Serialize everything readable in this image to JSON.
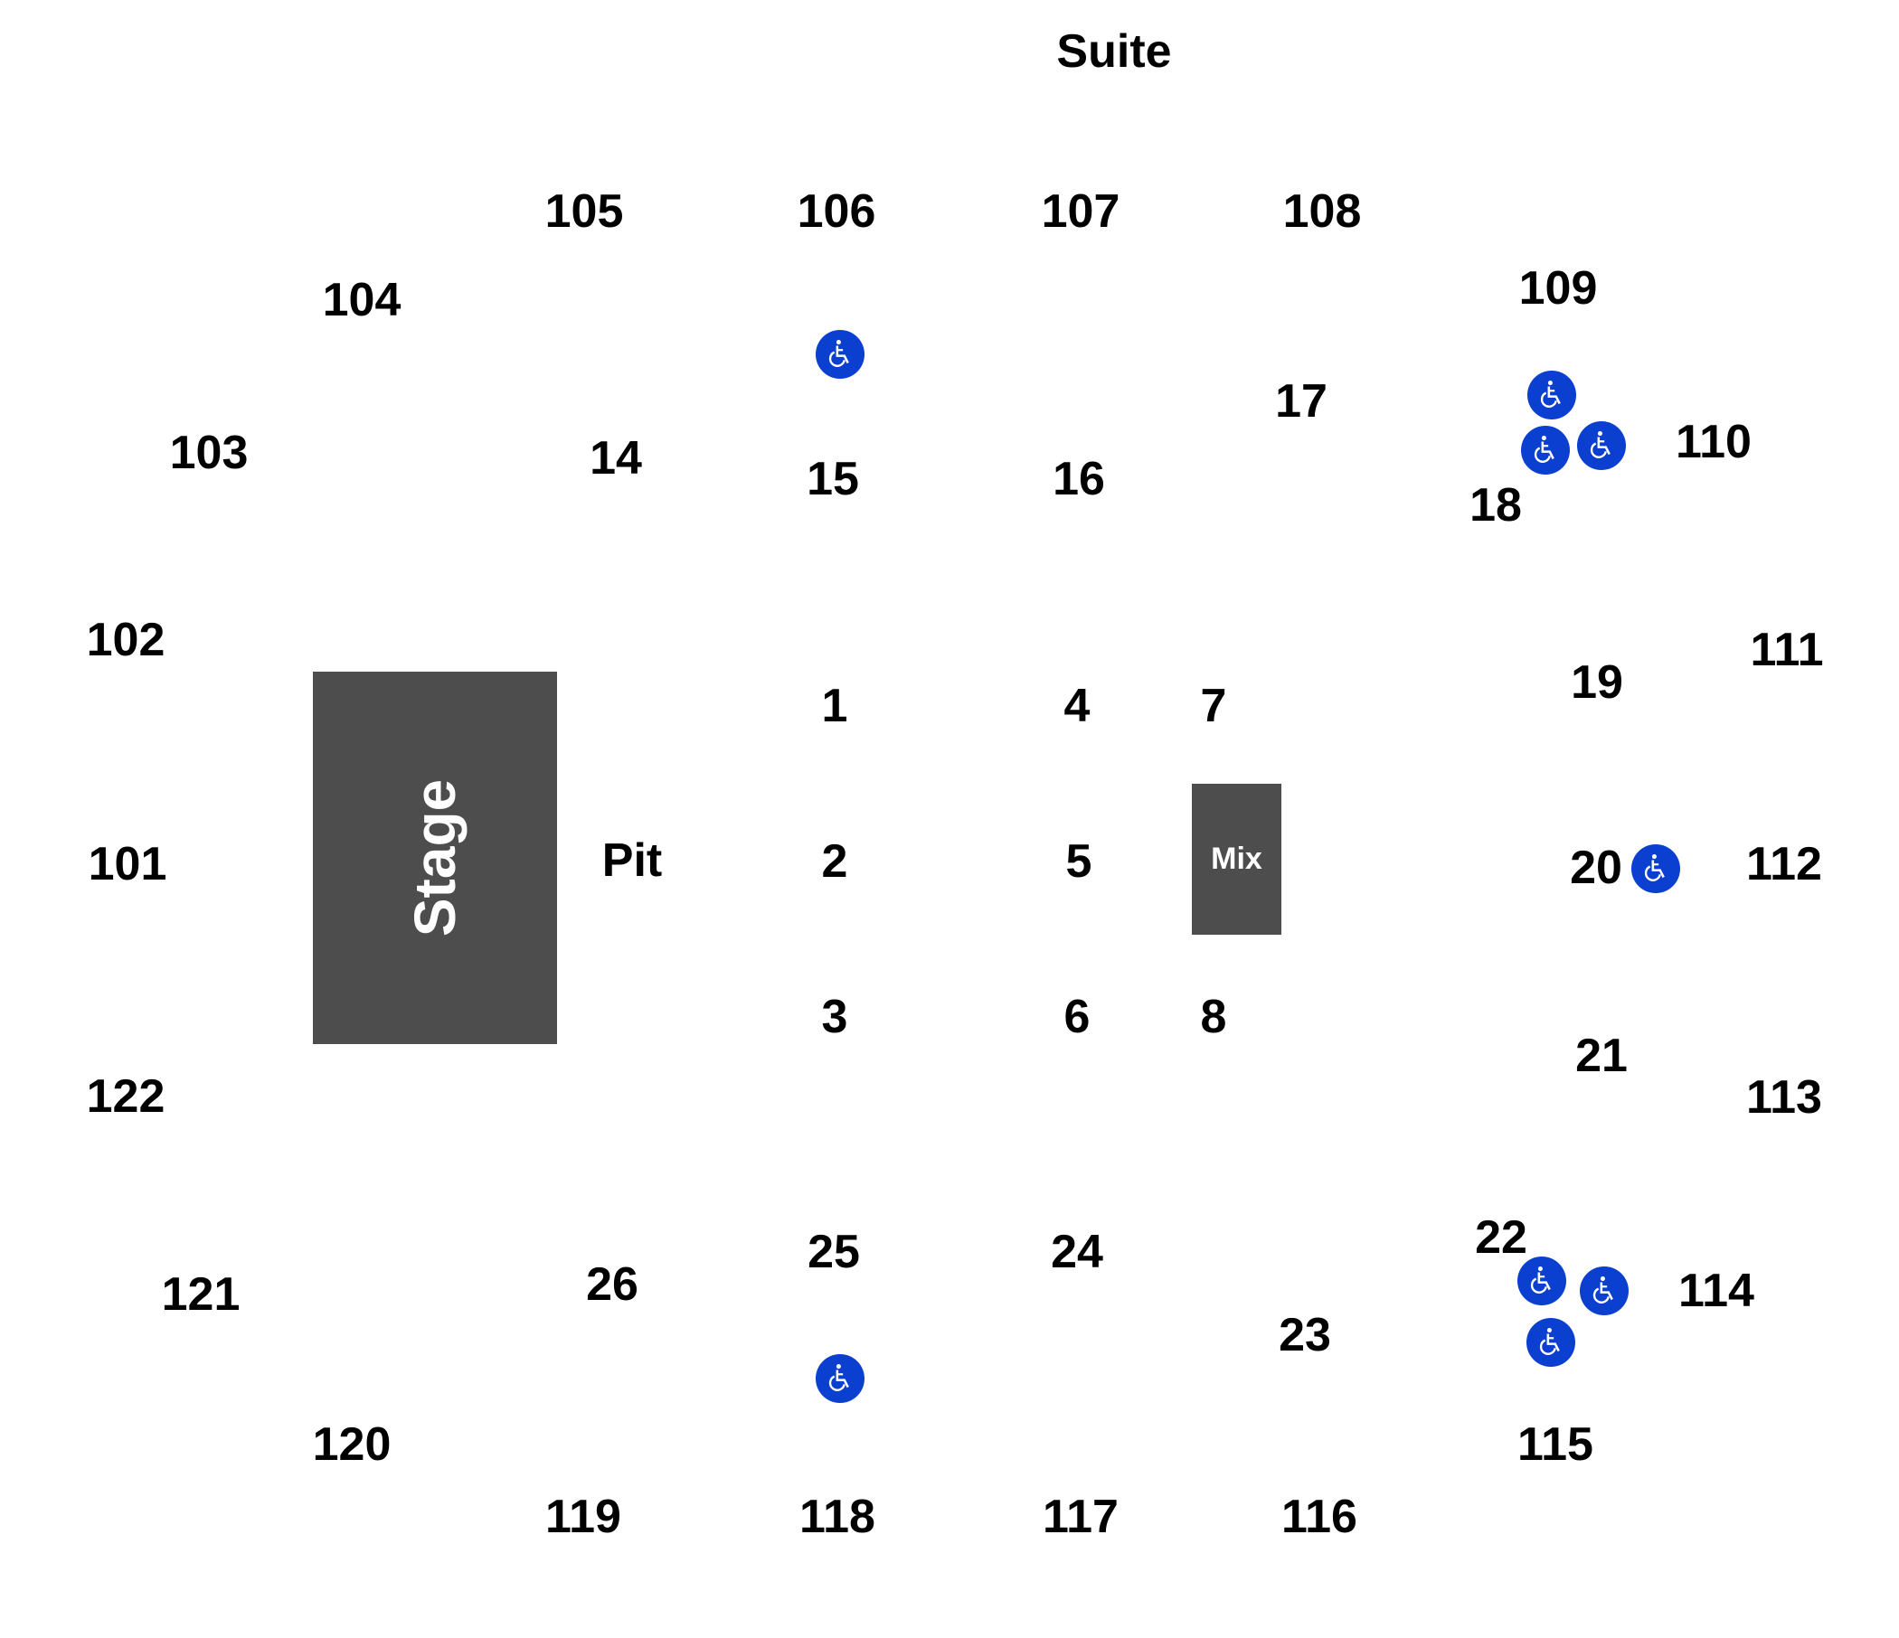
{
  "map": {
    "title": "Seating Chart",
    "colors": {
      "block": "#4d4d4d",
      "accessible": "#0a3fd0",
      "text": "#000000"
    },
    "areas": {
      "suite": "Suite",
      "stage": "Stage",
      "pit": "Pit",
      "mix": "Mix"
    },
    "sections": [
      {
        "id": "s105",
        "label": "105"
      },
      {
        "id": "s106",
        "label": "106"
      },
      {
        "id": "s107",
        "label": "107"
      },
      {
        "id": "s108",
        "label": "108"
      },
      {
        "id": "s104",
        "label": "104"
      },
      {
        "id": "s109",
        "label": "109"
      },
      {
        "id": "s103",
        "label": "103"
      },
      {
        "id": "s14",
        "label": "14"
      },
      {
        "id": "s15",
        "label": "15"
      },
      {
        "id": "s16",
        "label": "16"
      },
      {
        "id": "s17",
        "label": "17"
      },
      {
        "id": "s18",
        "label": "18"
      },
      {
        "id": "s110",
        "label": "110"
      },
      {
        "id": "s102",
        "label": "102"
      },
      {
        "id": "s111",
        "label": "111"
      },
      {
        "id": "s19",
        "label": "19"
      },
      {
        "id": "s1",
        "label": "1"
      },
      {
        "id": "s4",
        "label": "4"
      },
      {
        "id": "s7",
        "label": "7"
      },
      {
        "id": "s2",
        "label": "2"
      },
      {
        "id": "s5",
        "label": "5"
      },
      {
        "id": "s101",
        "label": "101"
      },
      {
        "id": "s20",
        "label": "20"
      },
      {
        "id": "s112",
        "label": "112"
      },
      {
        "id": "s3",
        "label": "3"
      },
      {
        "id": "s6",
        "label": "6"
      },
      {
        "id": "s8",
        "label": "8"
      },
      {
        "id": "s122",
        "label": "122"
      },
      {
        "id": "s21",
        "label": "21"
      },
      {
        "id": "s113",
        "label": "113"
      },
      {
        "id": "s25",
        "label": "25"
      },
      {
        "id": "s24",
        "label": "24"
      },
      {
        "id": "s22",
        "label": "22"
      },
      {
        "id": "s26",
        "label": "26"
      },
      {
        "id": "s121",
        "label": "121"
      },
      {
        "id": "s23",
        "label": "23"
      },
      {
        "id": "s114",
        "label": "114"
      },
      {
        "id": "s120",
        "label": "120"
      },
      {
        "id": "s115",
        "label": "115"
      },
      {
        "id": "s119",
        "label": "119"
      },
      {
        "id": "s118",
        "label": "118"
      },
      {
        "id": "s117",
        "label": "117"
      },
      {
        "id": "s116",
        "label": "116"
      }
    ],
    "accessible_icon": "wheelchair-icon",
    "accessible_count": 9
  }
}
